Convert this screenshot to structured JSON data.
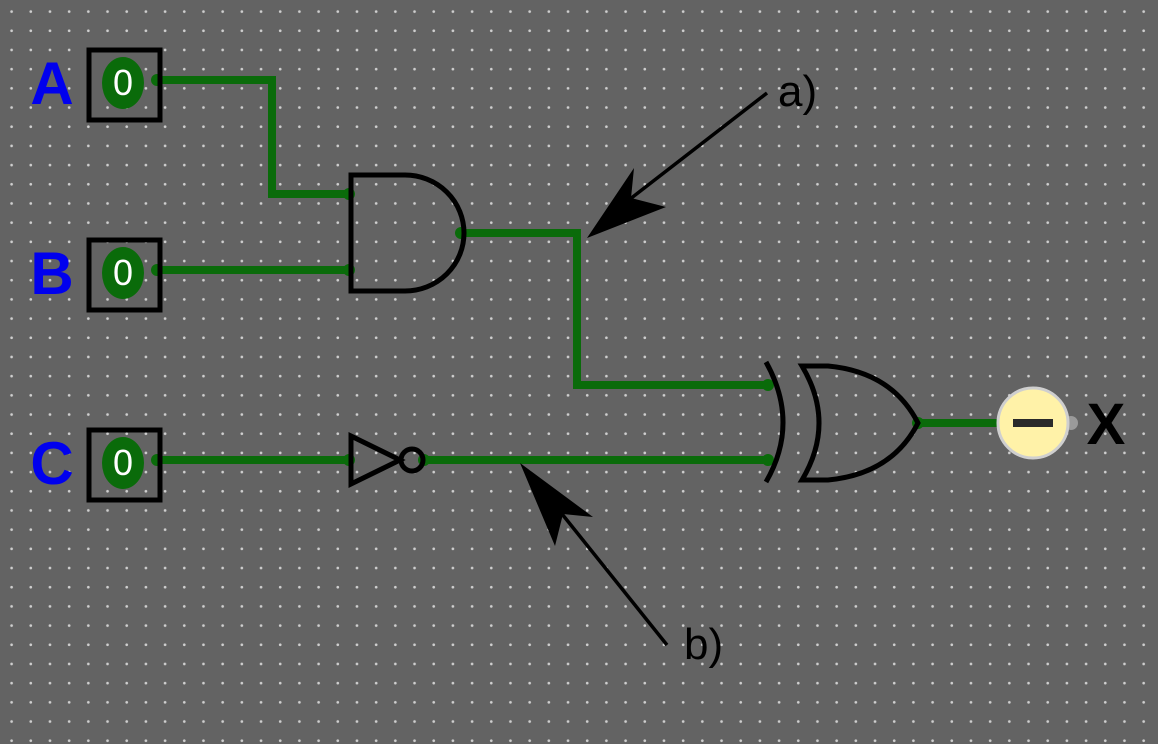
{
  "inputs": [
    {
      "label": "A",
      "value": "0"
    },
    {
      "label": "B",
      "value": "0"
    },
    {
      "label": "C",
      "value": "0"
    }
  ],
  "output": {
    "label": "X",
    "state": "undefined"
  },
  "annotations": {
    "a": "a)",
    "b": "b)"
  },
  "gates": [
    "AND",
    "NOT",
    "XOR"
  ],
  "colors": {
    "background": "#636363",
    "wire": "#0a6b0a",
    "input_label": "#0000ee",
    "led": "#fff2a8"
  }
}
